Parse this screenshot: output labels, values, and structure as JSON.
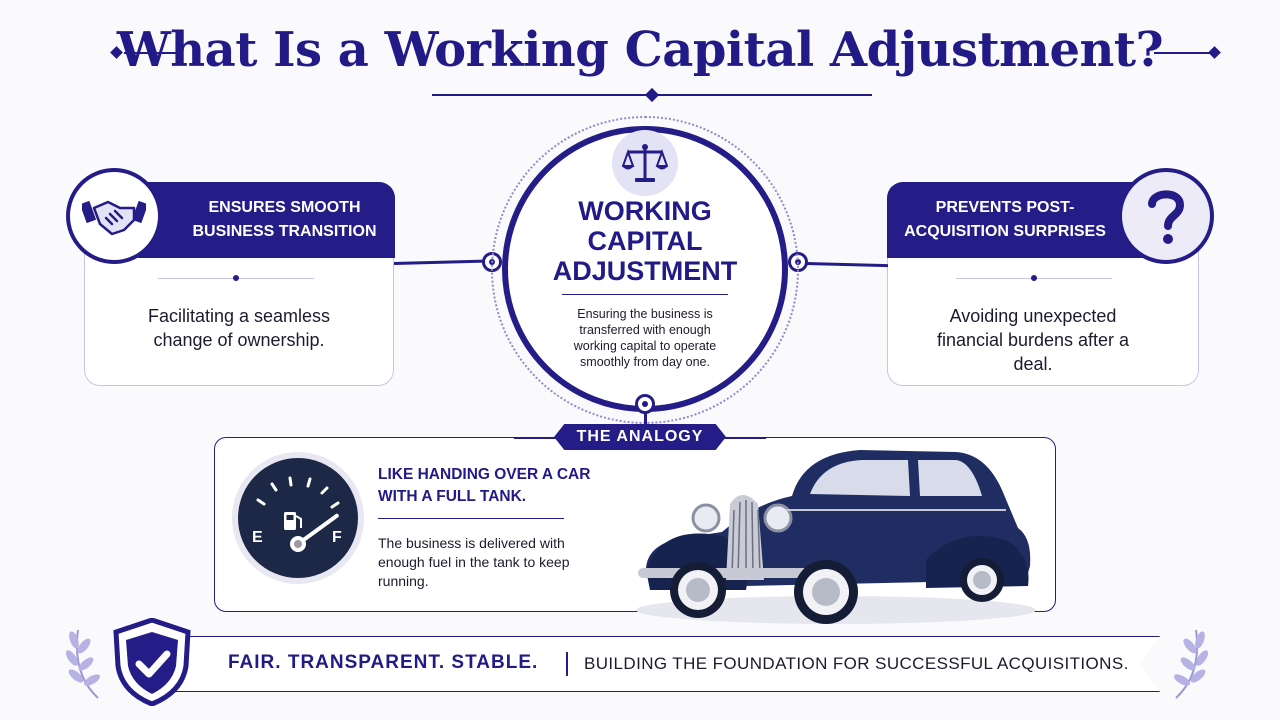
{
  "title": "What Is a Working Capital Adjustment?",
  "left_card": {
    "heading": "ENSURES SMOOTH BUSINESS TRANSITION",
    "body": "Facilitating a seamless change of ownership.",
    "icon": "handshake-icon"
  },
  "center": {
    "title": "WORKING CAPITAL ADJUSTMENT",
    "description": "Ensuring the business is transferred with enough working capital to operate smoothly from day one.",
    "icon": "balance-scale-icon"
  },
  "right_card": {
    "heading": "PREVENTS POST-ACQUISITION SURPRISES",
    "body": "Avoiding unexpected financial burdens after a deal.",
    "icon": "question-mark-icon"
  },
  "analogy": {
    "tab_label": "THE ANALOGY",
    "heading": "LIKE HANDING OVER A CAR WITH A FULL TANK.",
    "body": "The business is delivered with enough fuel in the tank to keep running.",
    "gauge": {
      "empty_label": "E",
      "full_label": "F",
      "level": 0.95
    },
    "image": "vintage-car"
  },
  "footer": {
    "strong": "FAIR. TRANSPARENT. STABLE.",
    "sub": "BUILDING THE FOUNDATION FOR SUCCESSFUL ACQUISITIONS.",
    "icon": "shield-check-icon"
  },
  "colors": {
    "primary": "#241c87",
    "accent_light": "#c8c5ea",
    "background": "#fafafc"
  }
}
